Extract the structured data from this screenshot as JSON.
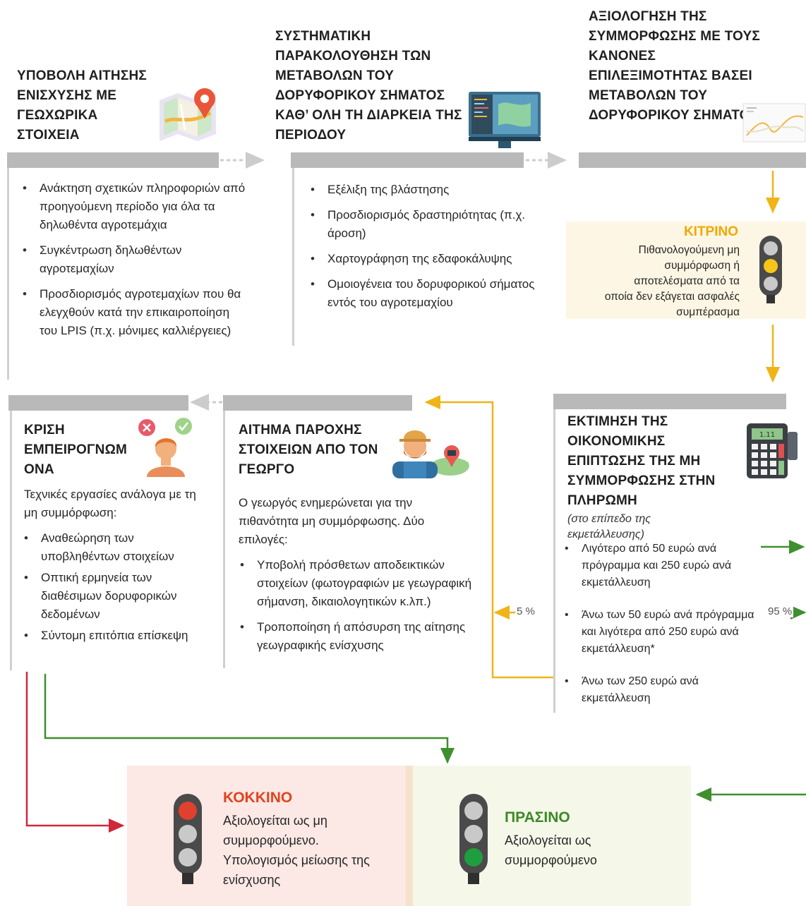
{
  "steps": {
    "step1": {
      "title": "ΥΠΟΒΟΛΗ ΑΙΤΗΣΗΣ ΕΝΙΣΧΥΣΗΣ ΜΕ ΓΕΩΧΩΡΙΚΑ ΣΤΟΙΧΕΙΑ",
      "bullets": [
        "Ανάκτηση σχετικών πληροφοριών από προηγούμενη περίοδο για όλα τα δηλωθέντα αγροτεμάχια",
        "Συγκέντρωση δηλωθέντων αγροτεμαχίων",
        "Προσδιορισμός αγροτεμαχίων που θα ελεγχθούν κατά την επικαιροποίηση του LPIS (π.χ. μόνιμες καλλιέργειες)"
      ]
    },
    "step2": {
      "title": "ΣΥΣΤΗΜΑΤΙΚΗ ΠΑΡΑΚΟΛΟΥΘΗΣΗ ΤΩΝ ΜΕΤΑΒΟΛΩΝ ΤΟΥ ΔΟΡΥΦΟΡΙΚΟΥ ΣΗΜΑΤΟΣ ΚΑΘ’ ΟΛΗ ΤΗ ΔΙΑΡΚΕΙΑ ΤΗΣ ΠΕΡΙΟΔΟΥ",
      "bullets": [
        "Εξέλιξη της βλάστησης",
        "Προσδιορισμός δραστηριότητας (π.χ. άροση)",
        "Χαρτογράφηση της εδαφοκάλυψης",
        "Ομοιογένεια του δορυφορικού σήματος εντός του αγροτεμαχίου"
      ]
    },
    "step3": {
      "title": "ΑΞΙΟΛΟΓΗΣΗ ΤΗΣ ΣΥΜΜΟΡΦΩΣΗΣ ΜΕ ΤΟΥΣ ΚΑΝΟΝΕΣ ΕΠΙΛΕΞΙΜΟΤΗΤΑΣ ΒΑΣΕΙ ΜΕΤΑΒΟΛΩΝ ΤΟΥ ΔΟΡΥΦΟΡΙΚΟΥ ΣΗΜΑΤΟΣ"
    },
    "yellow": {
      "label": "ΚΙΤΡΙΝΟ",
      "text": "Πιθανολογούμενη μη συμμόρφωση ή αποτελέσματα από τα οποία δεν εξάγεται ασφαλές συμπέρασμα"
    },
    "estimate": {
      "title": "ΕΚΤΙΜΗΣΗ ΤΗΣ ΟΙΚΟΝΟΜΙΚΗΣ ΕΠΙΠΤΩΣΗΣ ΤΗΣ ΜΗ ΣΥΜΜΟΡΦΩΣΗΣ ΣΤΗΝ ΠΛΗΡΩΜΗ",
      "subtitle": "(στο επίπεδο της εκμετάλλευσης)",
      "bullets": [
        "Λιγότερο από 50 ευρώ ανά πρόγραμμα και 250 ευρώ ανά εκμετάλλευση",
        "Άνω των 50 ευρώ ανά πρόγραμμα και λιγότερα από 250 ευρώ ανά εκμετάλλευση*",
        "Άνω των 250 ευρώ ανά εκμετάλλευση"
      ],
      "pct_left": "5 %",
      "pct_right": "95 %"
    },
    "request": {
      "title": "ΑΙΤΗΜΑ ΠΑΡΟΧΗΣ ΣΤΟΙΧΕΙΩΝ ΑΠΟ ΤΟΝ ΓΕΩΡΓΟ",
      "intro": "Ο γεωργός ενημερώνεται για την πιθανότητα μη συμμόρφωσης. Δύο επιλογές:",
      "bullets": [
        "Υποβολή πρόσθετων αποδεικτικών στοιχείων (φωτογραφιών με γεωγραφική σήμανση, δικαιολογητικών κ.λπ.)",
        "Τροποποίηση ή απόσυρση της αίτησης γεωγραφικής ενίσχυσης"
      ]
    },
    "expert": {
      "title": "ΚΡΙΣΗ ΕΜΠΕΙΡΟΓΝΩΜ ΟΝΑ",
      "intro": "Τεχνικές εργασίες ανάλογα με τη μη συμμόρφωση:",
      "bullets": [
        "Αναθεώρηση των υποβληθέντων στοιχείων",
        "Οπτική ερμηνεία των διαθέσιμων δορυφορικών δεδομένων",
        "Σύντομη επιτόπια επίσκεψη"
      ]
    }
  },
  "outcomes": {
    "red": {
      "label": "ΚΟΚΚΙΝΟ",
      "text": "Αξιολογείται ως μη συμμορφούμενο. Υπολογισμός μείωσης της ενίσχυσης"
    },
    "green": {
      "label": "ΠΡΑΣΙΝΟ",
      "text": "Αξιολογείται ως συμμορφούμενο"
    }
  },
  "colors": {
    "yellow_arrow": "#f0b418",
    "green_arrow": "#3f8f2f",
    "red_arrow": "#d0283a",
    "bar_gray": "#b9b9b9",
    "yellow_title": "#f0a800",
    "red_title": "#e0441e",
    "green_title": "#3b8a26"
  },
  "icons": [
    "map-pin-icon",
    "monitor-icon",
    "chart-icon",
    "traffic-light-icon",
    "farmer-icon",
    "expert-icon",
    "calculator-icon"
  ]
}
